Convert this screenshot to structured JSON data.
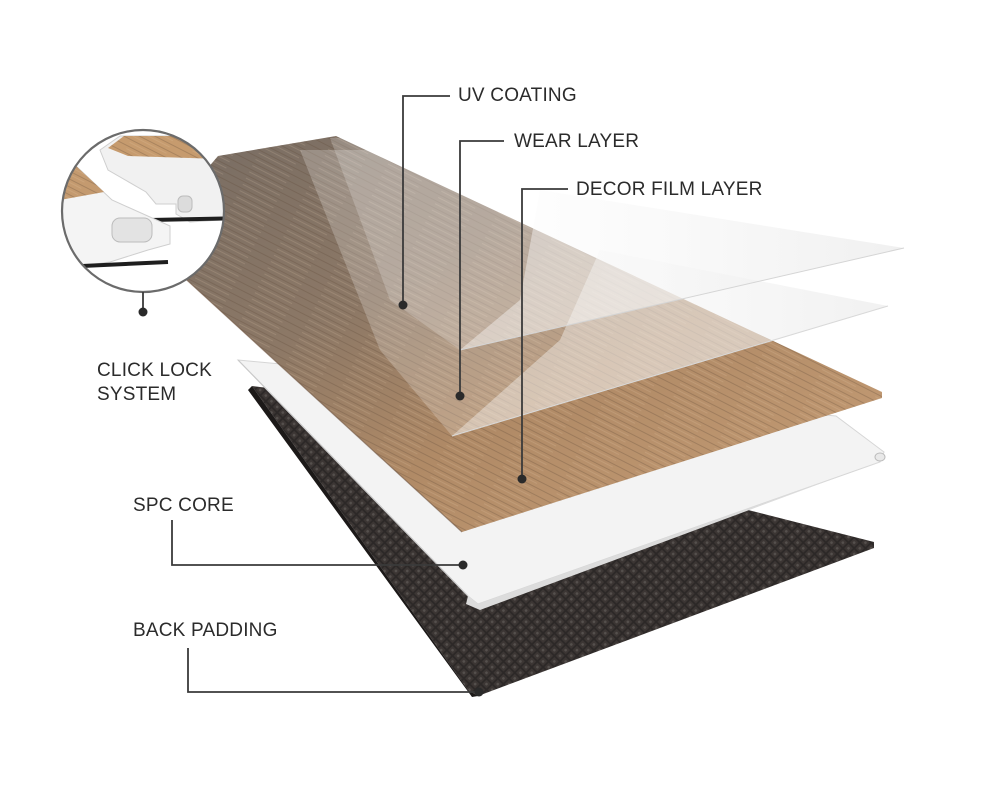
{
  "labels": {
    "uv_coating": "UV COATING",
    "wear_layer": "WEAR LAYER",
    "decor_film_layer": "DECOR FILM LAYER",
    "click_lock_line1": "CLICK LOCK",
    "click_lock_line2": "SYSTEM",
    "spc_core": "SPC CORE",
    "back_padding": "BACK PADDING"
  },
  "colors": {
    "text": "#2b2b2b",
    "leader_line": "#3a3a3a",
    "wood_light": "#c79f76",
    "wood_dark": "#8f6a4c",
    "wood_grey": "#7a7068",
    "core": "#f2f2f2",
    "backing": "#2a2626"
  }
}
